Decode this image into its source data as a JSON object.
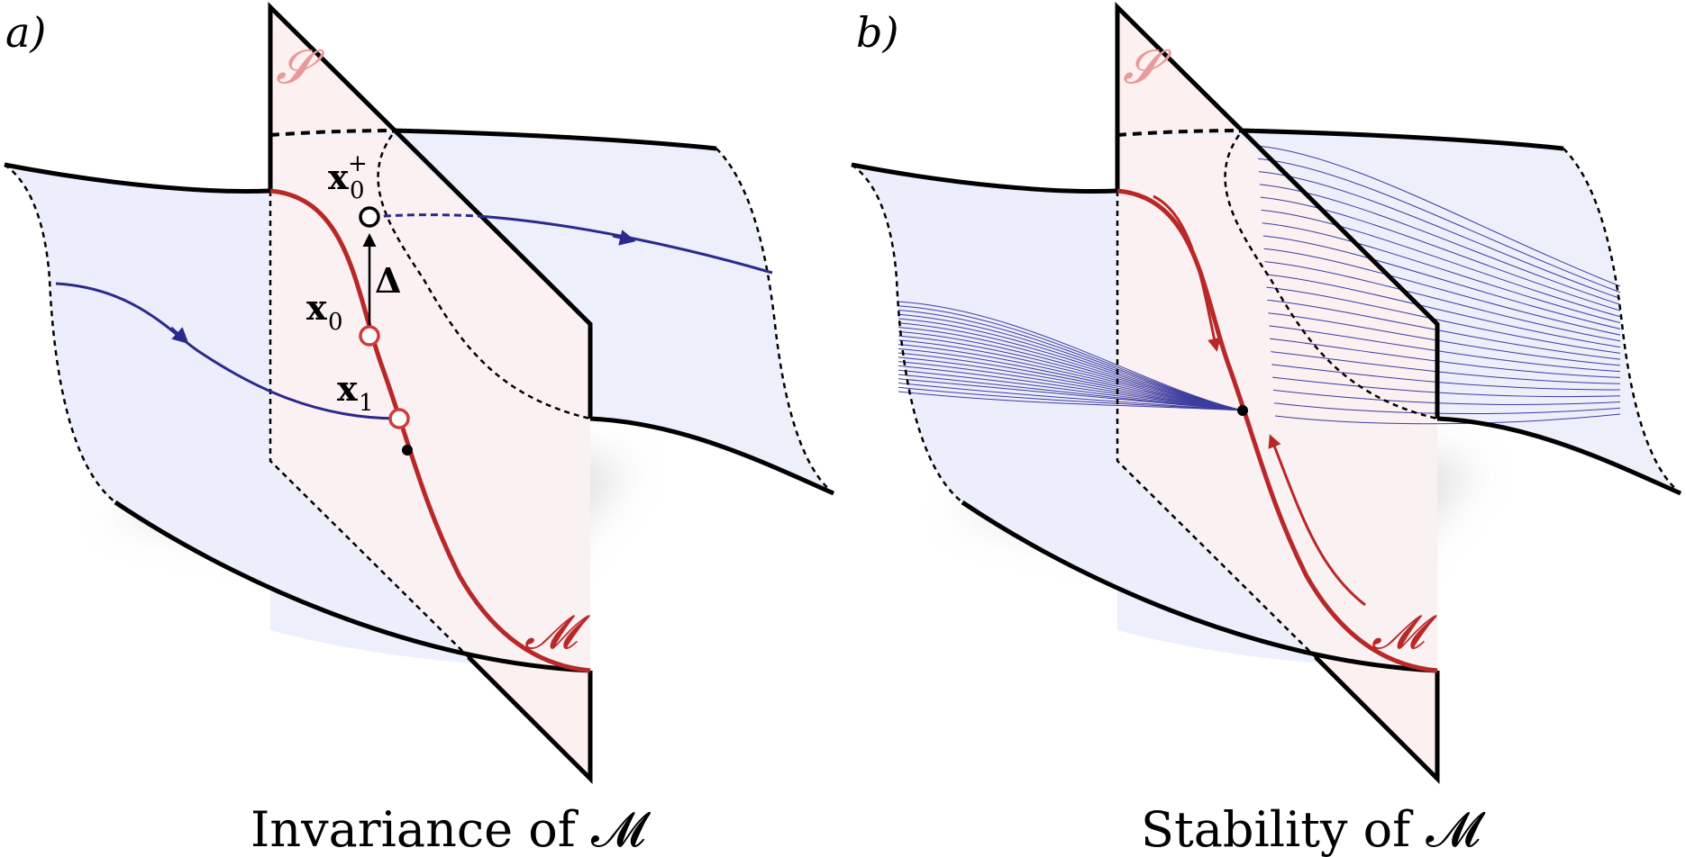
{
  "panels": [
    {
      "id": "a",
      "label": "a)",
      "caption": "Invariance of 𝓜",
      "symbol_surface": "𝓢",
      "symbol_manifold": "𝓜",
      "points": {
        "x0_plus": {
          "base": "x",
          "sub": "0",
          "sup": "+"
        },
        "x0": {
          "base": "x",
          "sub": "0"
        },
        "x1": {
          "base": "x",
          "sub": "1"
        },
        "delta": "Δ"
      }
    },
    {
      "id": "b",
      "label": "b)",
      "caption": "Stability of 𝓜",
      "symbol_surface": "𝓢",
      "symbol_manifold": "𝓜"
    }
  ],
  "colors": {
    "sheet_fill": "#eceefb",
    "plane_fill": "#fdf1f0",
    "manifold": "#b82828",
    "trajectory": "#2a2a8c",
    "surface_label": "#e89a9a",
    "outline": "#000000"
  }
}
